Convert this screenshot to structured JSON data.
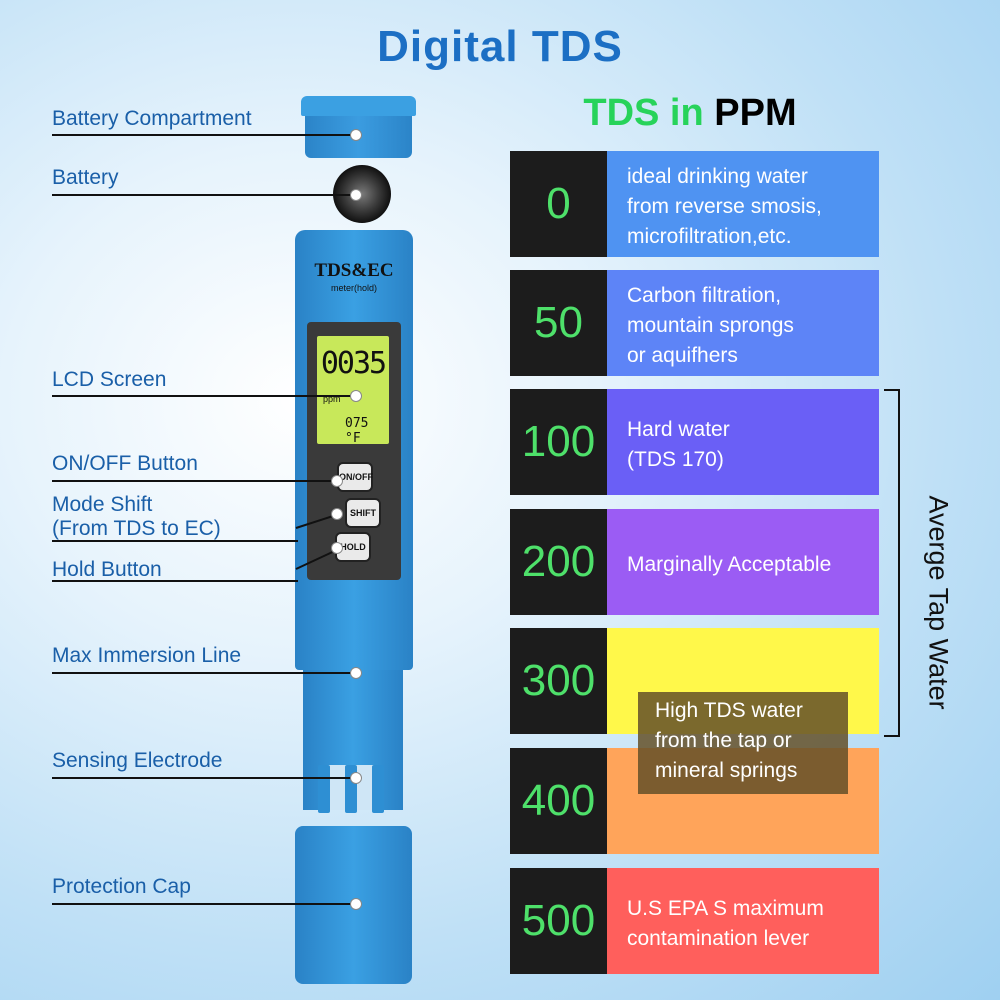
{
  "title": "Digital TDS",
  "subtitle": {
    "part1": "TDS in",
    "part2": "PPM"
  },
  "device": {
    "brand": "TDS&EC",
    "brand_sub": "meter(hold)",
    "lcd_value": "0035",
    "lcd_unit": "ppm",
    "lcd_temp": "075 °F",
    "buttons": {
      "onoff": "ON/OFF",
      "shift": "SHIFT",
      "hold": "HOLD"
    }
  },
  "labels": {
    "battery_compartment": "Battery Compartment",
    "battery": "Battery",
    "lcd_screen": "LCD Screen",
    "onoff_button": "ON/OFF Button",
    "mode_shift_1": "Mode Shift",
    "mode_shift_2": "(From TDS to EC)",
    "hold_button": "Hold Button",
    "max_immersion": "Max Immersion Line",
    "sensing_electrode": "Sensing Electrode",
    "protection_cap": "Protection Cap"
  },
  "table": [
    {
      "ppm": "0",
      "desc": "ideal drinking water\nfrom reverse smosis,\nmicrofiltration,etc.",
      "color": "#4f93f2"
    },
    {
      "ppm": "50",
      "desc": "Carbon filtration,\nmountain sprongs\nor aquifhers",
      "color": "#5d84f7"
    },
    {
      "ppm": "100",
      "desc": "Hard water\n(TDS 170)",
      "color": "#6a5ff6"
    },
    {
      "ppm": "200",
      "desc": "Marginally Acceptable",
      "color": "#9b5cf4"
    },
    {
      "ppm": "300",
      "desc": "",
      "color": "#fff84a"
    },
    {
      "ppm": "400",
      "desc": "",
      "color": "#ffa45a"
    },
    {
      "ppm": "500",
      "desc": "U.S EPA S maximum\ncontamination lever",
      "color": "#ff5f5c"
    }
  ],
  "overlay_text": "High TDS water\nfrom the tap or\nmineral springs",
  "bracket_label": "Averge Tap Water"
}
